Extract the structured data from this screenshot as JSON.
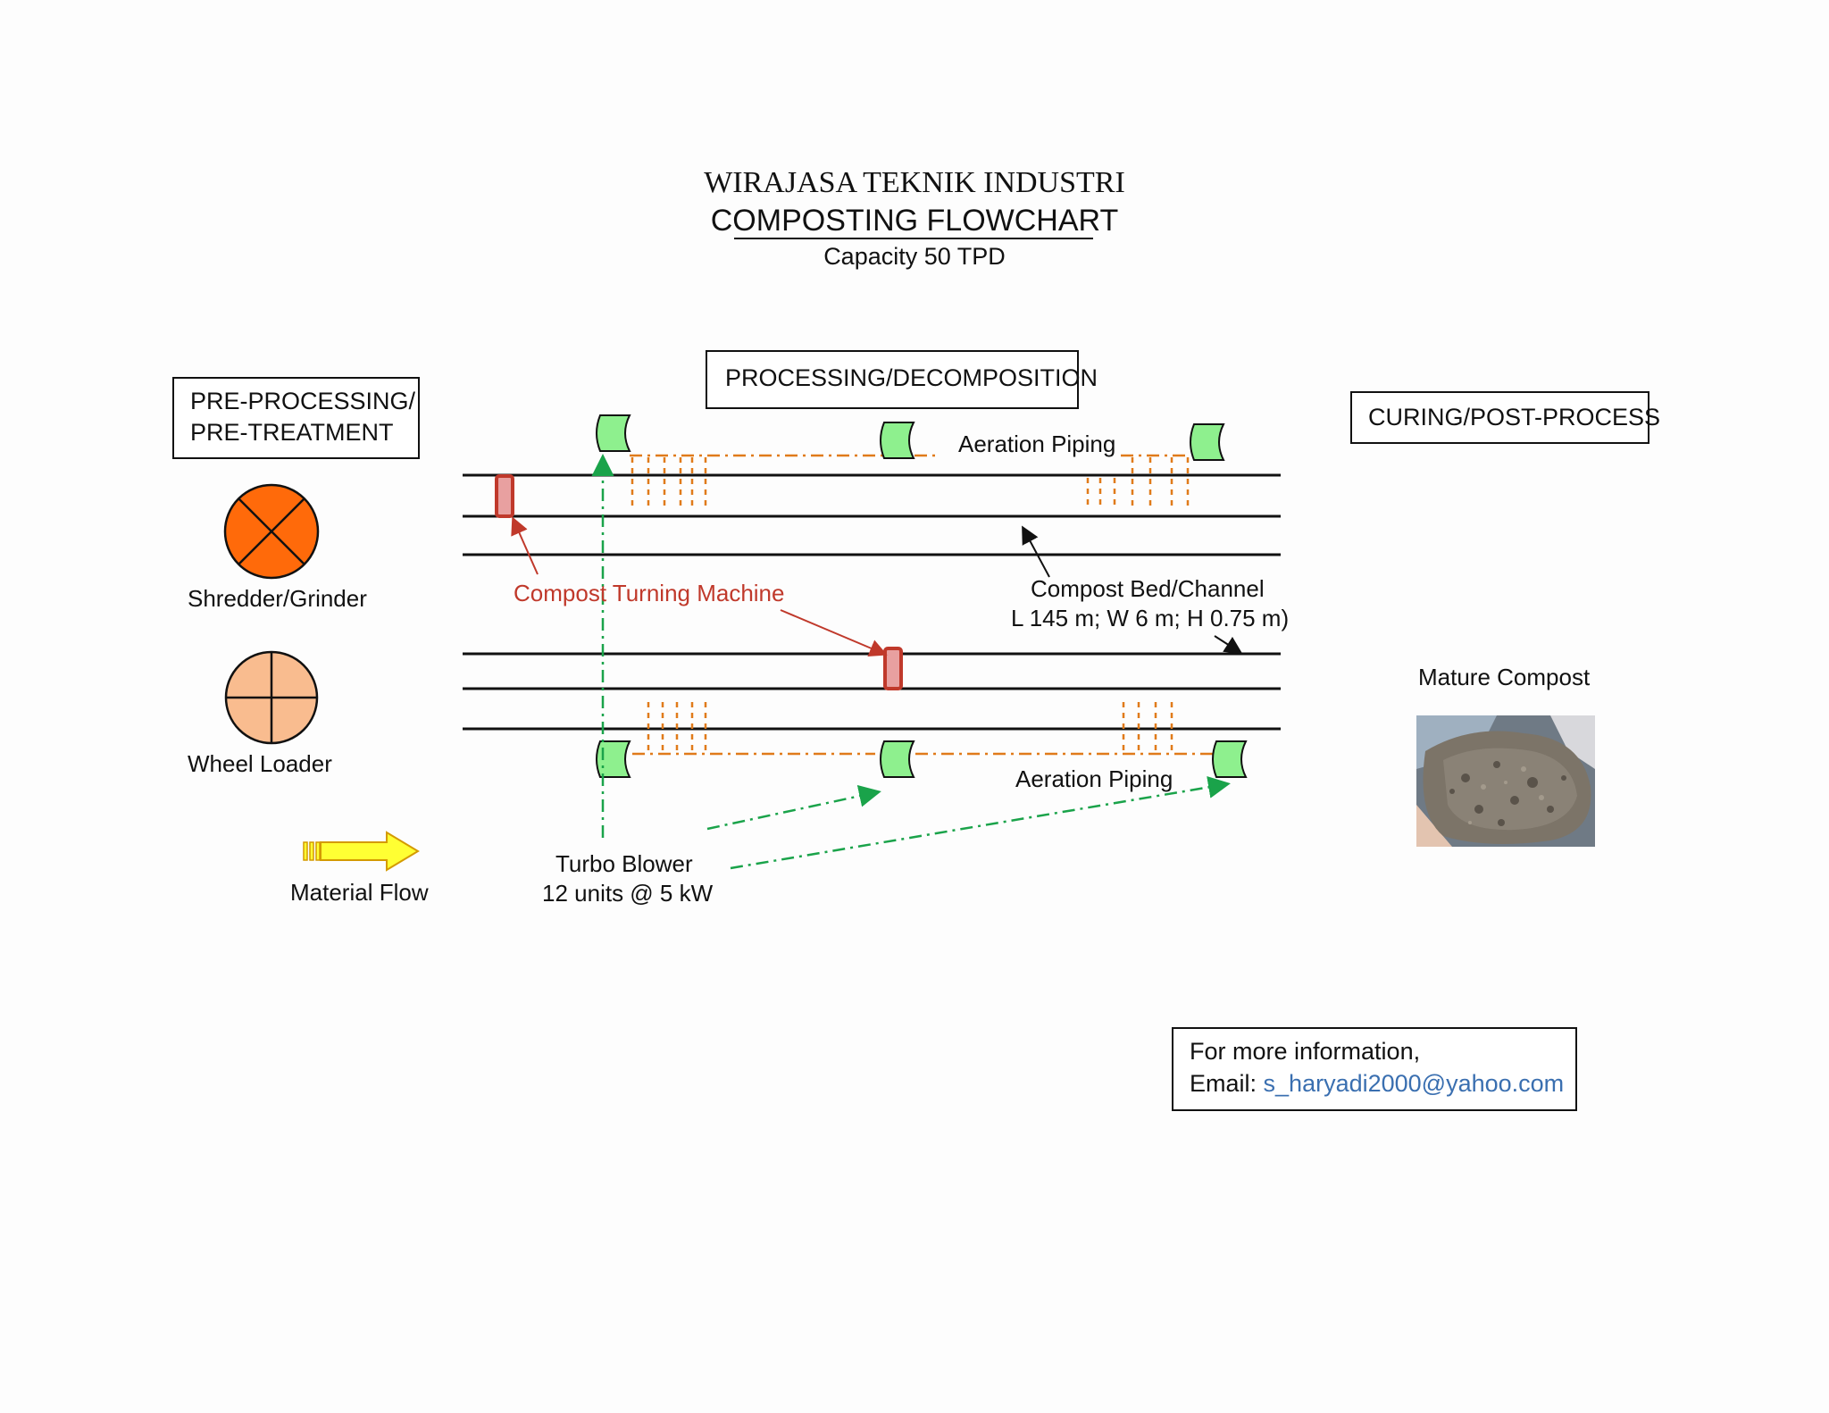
{
  "header": {
    "company": "WIRAJASA TEKNIK INDUSTRI",
    "title": "COMPOSTING FLOWCHART",
    "capacity": "Capacity 50 TPD"
  },
  "sections": {
    "pre": [
      "PRE-PROCESSING/",
      "PRE-TREATMENT"
    ],
    "processing": "PROCESSING/DECOMPOSITION",
    "curing": "CURING/POST-PROCESS"
  },
  "legend": {
    "shredder": "Shredder/Grinder",
    "loader": "Wheel Loader",
    "flow": "Material Flow"
  },
  "labels": {
    "aeration_top": "Aeration Piping",
    "aeration_bottom": "Aeration Piping",
    "turning_machine": "Compost Turning Machine",
    "bed": "Compost Bed/Channel",
    "bed_dims": "L 145 m; W 6 m; H 0.75 m)",
    "blower": "Turbo Blower",
    "blower_units": "12 units @ 5 kW",
    "mature": "Mature Compost"
  },
  "info": {
    "line1": "For more information,",
    "email_label": "Email: ",
    "email": "s_haryadi2000@yahoo.com"
  },
  "colors": {
    "shredder": "#ff6a0a",
    "loader": "#f9bc8f",
    "blower": "#8ef08e",
    "turning": "#c0392b",
    "aeration": "#e07b1a",
    "blower_flow": "#1aa34a",
    "material_flow": "#ffff33"
  }
}
